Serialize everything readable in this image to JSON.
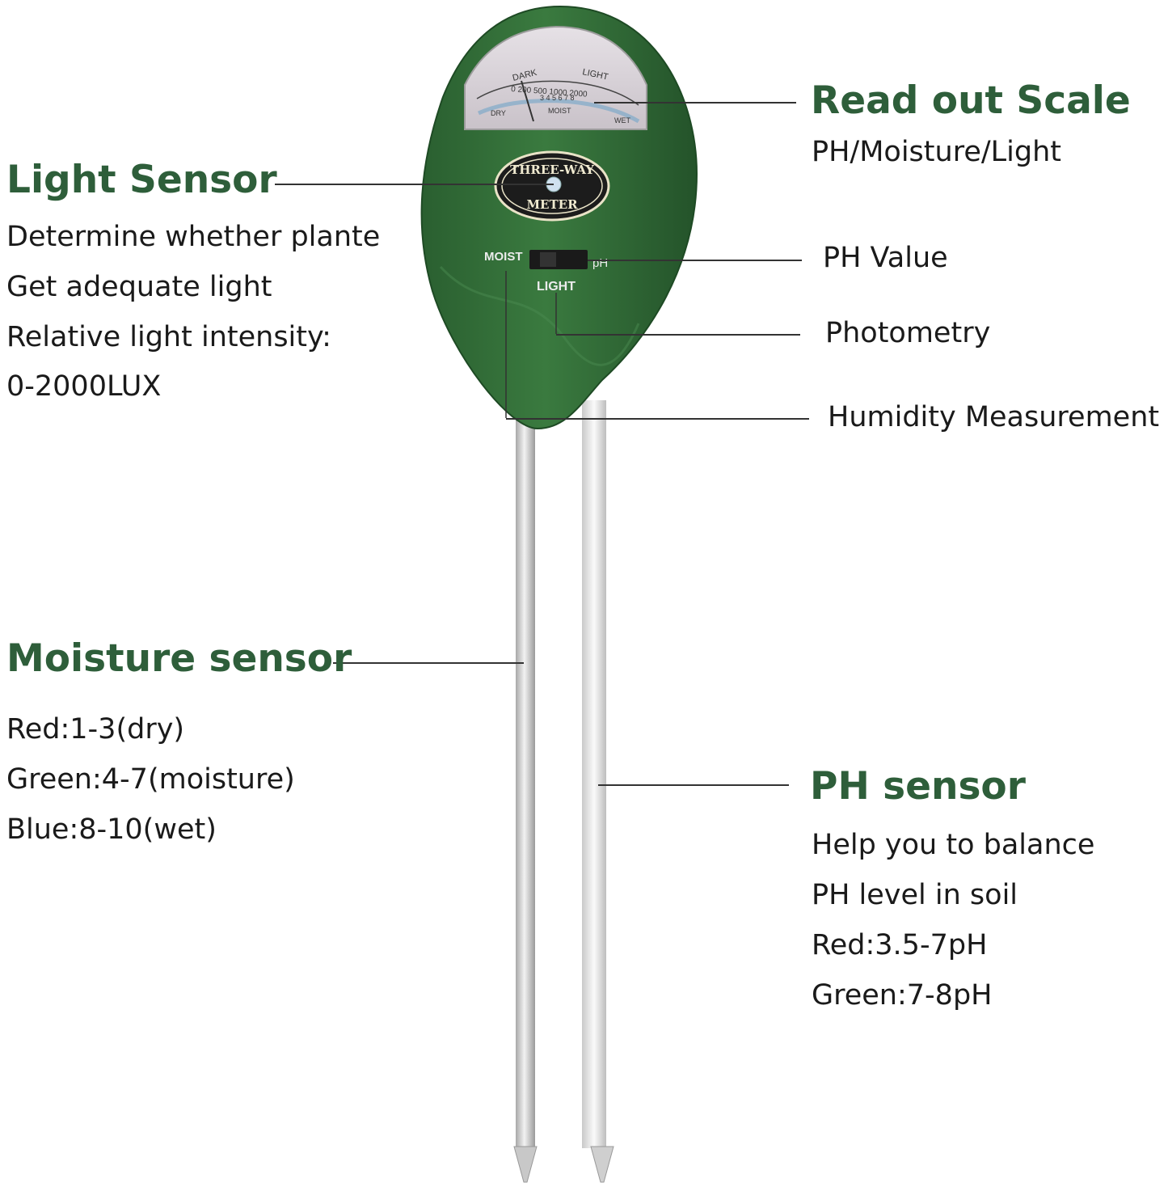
{
  "meter": {
    "dial": {
      "dark": "DARK",
      "light": "LIGHT",
      "light_scale": "0 200 500   1000 2000",
      "ph_scale": "3 4 5 6 7 8",
      "dry": "DRY",
      "moist": "MOIST",
      "wet": "WET"
    },
    "badge_top": "THREE-WAY",
    "badge_bottom": "METER",
    "switch_moist": "MOIST",
    "switch_ph": "pH",
    "switch_light": "LIGHT"
  },
  "read_out_scale": {
    "title": "Read out Scale",
    "subtitle": "PH/Moisture/Light"
  },
  "light_sensor": {
    "title": "Light Sensor",
    "lines": [
      "Determine whether plante",
      "Get adequate light",
      "Relative light intensity:",
      "0-2000LUX"
    ]
  },
  "ph_value": "PH Value",
  "photometry": "Photometry",
  "humidity": "Humidity Measurement",
  "moisture_sensor": {
    "title": "Moisture sensor",
    "lines": [
      "Red:1-3(dry)",
      "Green:4-7(moisture)",
      "Blue:8-10(wet)"
    ]
  },
  "ph_sensor": {
    "title": "PH sensor",
    "lines": [
      "Help you to balance",
      "PH level in soil",
      "Red:3.5-7pH",
      "Green:7-8pH"
    ]
  },
  "colors": {
    "heading": "#2e5e3a",
    "meter_body": "#2f6b35",
    "probe": "#d9d9d9"
  }
}
